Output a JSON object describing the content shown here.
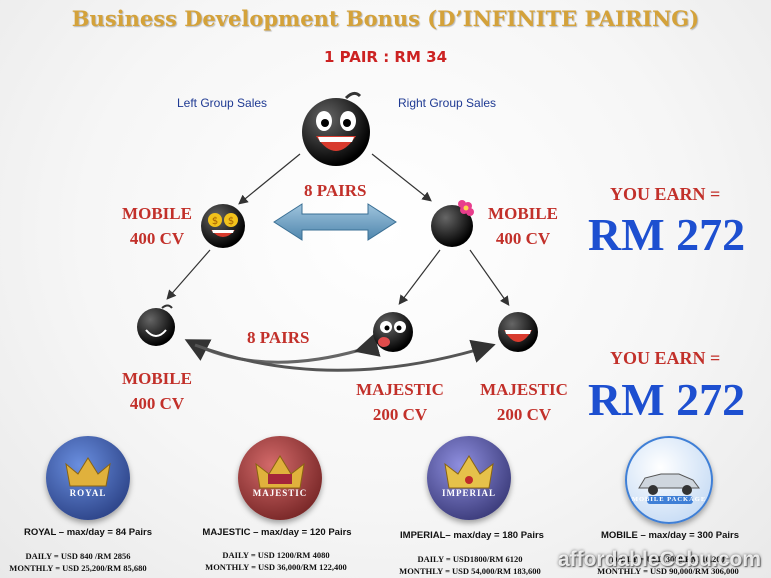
{
  "title": "Business Development Bonus (D’INFINITE PAIRING)",
  "subtitle": "1 PAIR : RM 34",
  "left_group": "Left Group Sales",
  "right_group": "Right Group Sales",
  "pairs_top": "8 PAIRS",
  "pairs_bottom": "8 PAIRS",
  "nodes": {
    "left_mobile": {
      "name": "MOBILE",
      "cv": "400 CV"
    },
    "right_mobile": {
      "name": "MOBILE",
      "cv": "400 CV"
    },
    "bottom_mobile": {
      "name": "MOBILE",
      "cv": "400 CV"
    },
    "majestic_left": {
      "name": "MAJESTIC",
      "cv": "200 CV"
    },
    "majestic_right": {
      "name": "MAJESTIC",
      "cv": "200 CV"
    }
  },
  "earn_top": {
    "label": "YOU EARN =",
    "amount": "RM 272"
  },
  "earn_bottom": {
    "label": "YOU EARN =",
    "amount": "RM 272"
  },
  "packages": [
    {
      "badge": "ROYAL",
      "label": "ROYAL – max/day = 84 Pairs",
      "daily": "DAILY = USD 840 /RM 2856",
      "monthly": "MONTHLY = USD 25,200/RM 85,680",
      "color": "#2d4fa8"
    },
    {
      "badge": "MAJESTIC",
      "label": "MAJESTIC – max/day = 120 Pairs",
      "daily": "DAILY = USD 1200/RM 4080",
      "monthly": "MONTHLY = USD 36,000/RM 122,400",
      "color": "#a02a2a"
    },
    {
      "badge": "IMPERIAL",
      "label": "IMPERIAL– max/day = 180 Pairs",
      "daily": "DAILY = USD1800/RM 6120",
      "monthly": "MONTHLY = USD 54,000/RM 183,600",
      "color": "#3b3b8f"
    },
    {
      "badge": "MOBILE PACKAGE",
      "label": "MOBILE – max/day = 300 Pairs",
      "daily": "DAILY = USD 3000/RM 10,200",
      "monthly": "MONTHLY = USD 90,000/RM 306,000",
      "color": "#3f7fd6"
    }
  ],
  "watermark": "affordableCebu.com"
}
